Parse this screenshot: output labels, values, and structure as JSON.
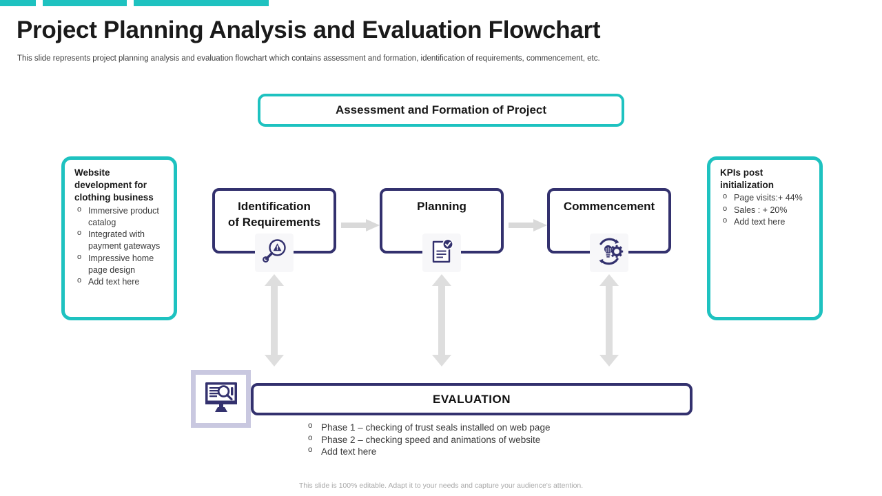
{
  "meta": {
    "accent_teal": "#1ec2c0",
    "accent_navy": "#33316e",
    "arrow_gray": "#d9d9d9"
  },
  "header": {
    "title": "Project Planning Analysis and Evaluation Flowchart",
    "subtitle": "This slide represents project planning analysis and evaluation flowchart which contains assessment and formation, identification of requirements, commencement, etc."
  },
  "banner": {
    "text": "Assessment and Formation of Project"
  },
  "left_panel": {
    "heading": "Website development for clothing business",
    "items": [
      "Immersive product catalog",
      "Integrated with payment gateways",
      "Impressive home page design",
      "Add text here"
    ]
  },
  "right_panel": {
    "heading": "KPIs post initialization",
    "items": [
      "Page visits:+ 44%",
      "Sales : + 20%",
      "Add text here"
    ]
  },
  "process": {
    "steps": [
      {
        "label": "Identification\nof Requirements",
        "line1": "Identification",
        "line2": "of Requirements",
        "icon": "magnifier-warning-icon"
      },
      {
        "label": "Planning",
        "line1": "Planning",
        "line2": "",
        "icon": "document-check-icon"
      },
      {
        "label": "Commencement",
        "line1": "Commencement",
        "line2": "",
        "icon": "lightbulb-gear-icon"
      }
    ]
  },
  "evaluation": {
    "icon": "monitor-magnifier-icon",
    "title": "EVALUATION",
    "items": [
      "Phase 1 – checking of trust seals installed on web page",
      "Phase 2 – checking speed and animations of website",
      "Add text here"
    ]
  },
  "footer": {
    "note": "This slide is 100% editable. Adapt it to your needs and capture your audience's attention."
  }
}
